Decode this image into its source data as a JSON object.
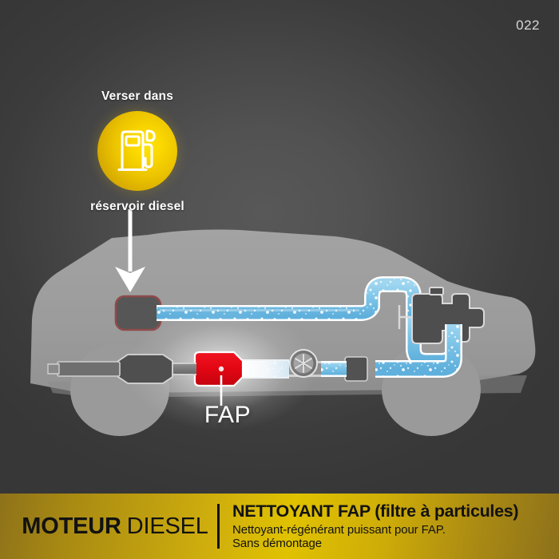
{
  "page": {
    "number": "022",
    "background_color": "#373737",
    "accent_yellow": "#e0c200",
    "accent_red": "#e30613",
    "pipe_blue": "#7ec5e8"
  },
  "callout": {
    "caption_top": "Verser dans",
    "caption_bottom": "réservoir diesel",
    "icon": "fuel-pump-icon",
    "circle_color": "#ecc400"
  },
  "diagram": {
    "fap_label": "FAP",
    "parts": {
      "fuel_tank": "fuel-tank",
      "fuel_line": "fuel-line",
      "engine": "engine-block",
      "turbo": "turbocharger",
      "dpf": "diesel-particulate-filter",
      "muffler": "muffler",
      "tailpipe": "tailpipe",
      "arrow": "pour-arrow"
    }
  },
  "banner": {
    "left_bold": "MOTEUR",
    "left_regular": "DIESEL",
    "title": "NETTOYANT FAP (filtre à particules)",
    "subtitle_1": "Nettoyant-régénérant puissant pour FAP.",
    "subtitle_2": "Sans démontage"
  }
}
